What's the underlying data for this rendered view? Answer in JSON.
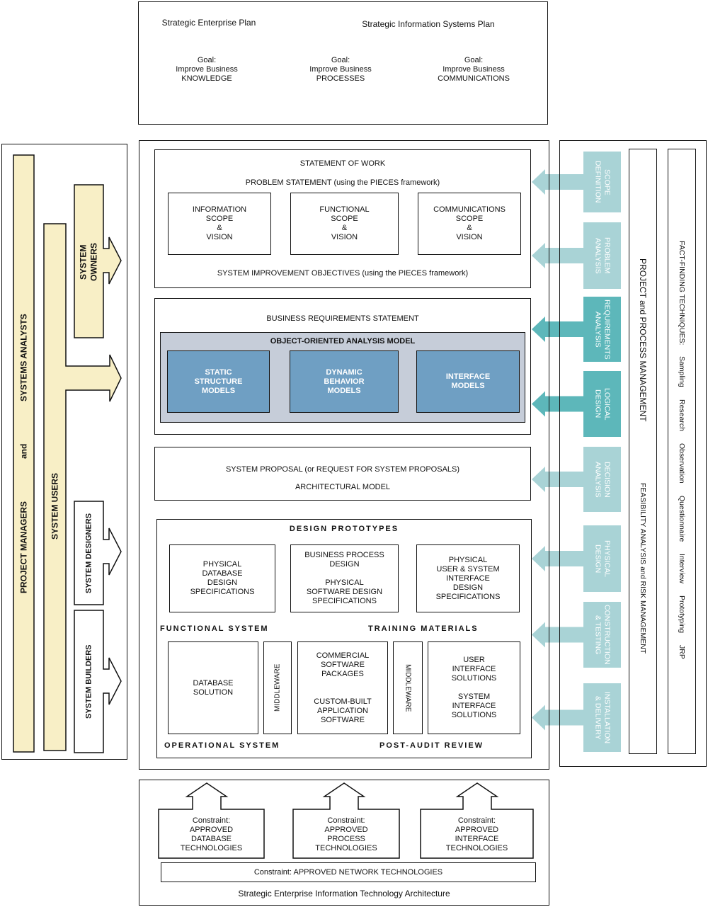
{
  "top": {
    "enterprise_plan": "Strategic Enterprise Plan",
    "is_plan": "Strategic Information Systems Plan",
    "goals": [
      "Goal:\nImprove Business\nKNOWLEDGE",
      "Goal:\nImprove Business\nPROCESSES",
      "Goal:\nImprove Business\nCOMMUNICATIONS"
    ]
  },
  "stakeholders": {
    "outer": [
      "PROJECT MANAGERS",
      "and",
      "SYSTEMS ANALYSTS"
    ],
    "system_users": "SYSTEM USERS",
    "system_owners": "SYSTEM\nOWNERS",
    "system_designers": "SYSTEM DESIGNERS",
    "system_builders": "SYSTEM BUILDERS"
  },
  "scope": {
    "statement_of_work": "STATEMENT OF WORK",
    "problem_statement": "PROBLEM STATEMENT (using the PIECES framework)",
    "boxes": [
      "INFORMATION\nSCOPE\n&\nVISION",
      "FUNCTIONAL\nSCOPE\n&\nVISION",
      "COMMUNICATIONS\nSCOPE\n&\nVISION"
    ],
    "objectives": "SYSTEM IMPROVEMENT OBJECTIVES (using the PIECES framework)"
  },
  "requirements": {
    "statement": "BUSINESS REQUIREMENTS STATEMENT",
    "model_title": "OBJECT-ORIENTED ANALYSIS MODEL",
    "models": [
      "STATIC\nSTRUCTURE\nMODELS",
      "DYNAMIC\nBEHAVIOR\nMODELS",
      "INTERFACE\nMODELS"
    ]
  },
  "proposal": {
    "line1": "SYSTEM PROPOSAL  (or  REQUEST FOR SYSTEM PROPOSALS)",
    "line2": "ARCHITECTURAL MODEL"
  },
  "design": {
    "prototypes": "DESIGN PROTOTYPES",
    "specs": [
      "PHYSICAL\nDATABASE\nDESIGN\nSPECIFICATIONS",
      "BUSINESS PROCESS\nDESIGN\n\nPHYSICAL\nSOFTWARE DESIGN\nSPECIFICATIONS",
      "PHYSICAL\nUSER & SYSTEM\nINTERFACE\nDESIGN\nSPECIFICATIONS"
    ],
    "functional_system": "FUNCTIONAL SYSTEM",
    "training_materials": "TRAINING MATERIALS",
    "database_solution": "DATABASE\nSOLUTION",
    "middleware": "MIDDLEWARE",
    "software": "COMMERCIAL\nSOFTWARE\nPACKAGES\n\n\nCUSTOM-BUILT\nAPPLICATION\nSOFTWARE",
    "interface_solutions": "USER\nINTERFACE\nSOLUTIONS\n\nSYSTEM\nINTERFACE\nSOLUTIONS",
    "operational_system": "OPERATIONAL SYSTEM",
    "post_audit": "POST-AUDIT REVIEW"
  },
  "phases": [
    "SCOPE\nDEFINITION",
    "PROBLEM\nANALYSIS",
    "REQUIREMENTS\nANALYSIS",
    "LOGICAL\nDESIGN",
    "DECISION\nANALYSIS",
    "PHYSICAL\nDESIGN",
    "CONSTRUCTION\n& TESTING",
    "INSTALLATION\n& DELIVERY"
  ],
  "management": {
    "ppm": "PROJECT and PROCESS MANAGEMENT",
    "feasibility": "FEASIBILITY ANALYSIS and RISK MANAGEMENT"
  },
  "fact_finding": {
    "title": "FACT-FINDING TECHNIQUES:",
    "items": [
      "Sampling",
      "Research",
      "Observation",
      "Questionnaire",
      "Interview",
      "Prototyping",
      "JRP"
    ]
  },
  "bottom": {
    "constraints": [
      "Constraint:\nAPPROVED\nDATABASE\nTECHNOLOGIES",
      "Constraint:\nAPPROVED\nPROCESS\nTECHNOLOGIES",
      "Constraint:\nAPPROVED\nINTERFACE\nTECHNOLOGIES"
    ],
    "network": "Constraint: APPROVED NETWORK TECHNOLOGIES",
    "architecture": "Strategic Enterprise Information Technology Architecture"
  },
  "colors": {
    "stakeholder_fill": "#f8efc6",
    "model_fill": "#6f9fc3",
    "model_frame": "#c6cdd9",
    "phase_light": "#a9d3d6",
    "phase_dark": "#5db7ba"
  }
}
